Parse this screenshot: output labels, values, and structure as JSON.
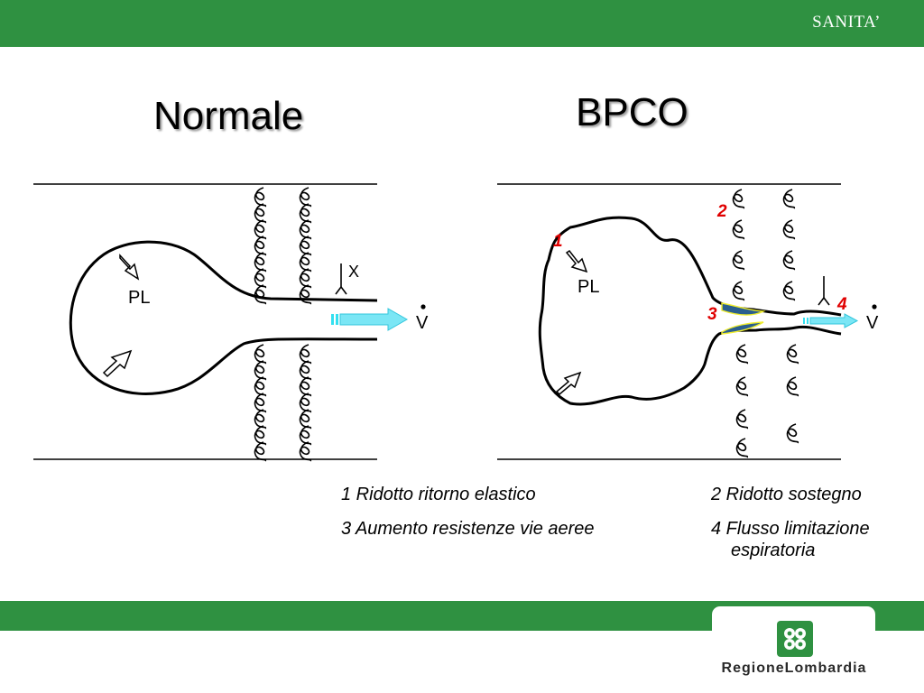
{
  "header": {
    "brand": "SANITA’"
  },
  "panels": {
    "left": {
      "title": "Normale",
      "pl_label": "PL",
      "x_label": "X",
      "v_label": "V"
    },
    "right": {
      "title": "BPCO",
      "pl_label": "PL",
      "v_label": "V",
      "markers": [
        "1",
        "2",
        "3",
        "4"
      ]
    }
  },
  "legend": [
    {
      "text": "1 Ridotto ritorno elastico"
    },
    {
      "text": "2 Ridotto sostegno"
    },
    {
      "text": "3 Aumento resistenze vie aeree"
    },
    {
      "text": "4 Flusso limitazione espiratoria"
    }
  ],
  "footer": {
    "logo_text": "RegioneLombardia"
  },
  "colors": {
    "brand_green": "#2f9141",
    "marker_red": "#e00000",
    "flow_arrow": "#33e0f0",
    "obstruction_fill": "#2a5f8f",
    "obstruction_edge": "#f0ee30"
  }
}
